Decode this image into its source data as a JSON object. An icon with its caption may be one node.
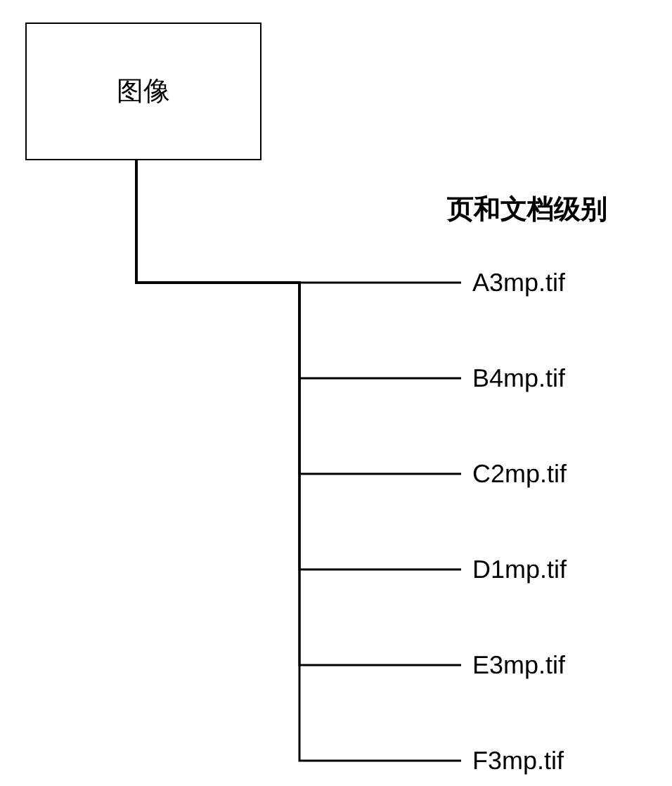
{
  "diagram": {
    "title": "页和文档级别",
    "nodes": [
      {
        "text": [
          "图像"
        ]
      },
      {
        "text": [
          "A3mp.tif"
        ]
      },
      {
        "text": [
          "B4mp.tif"
        ]
      },
      {
        "text": [
          "C2mp.tif"
        ]
      },
      {
        "text": [
          "D1mp.tif"
        ]
      },
      {
        "text": [
          "E3mp.tif"
        ]
      },
      {
        "text": [
          "F3mp.tif"
        ]
      }
    ],
    "edges": [
      {
        "from": 0,
        "to": 1,
        "arrow": "none"
      },
      {
        "from": 0,
        "to": 2,
        "arrow": "none"
      },
      {
        "from": 0,
        "to": 3,
        "arrow": "none"
      },
      {
        "from": 0,
        "to": 4,
        "arrow": "none"
      },
      {
        "from": 0,
        "to": 5,
        "arrow": "none"
      },
      {
        "from": 0,
        "to": 6,
        "arrow": "none"
      }
    ]
  }
}
